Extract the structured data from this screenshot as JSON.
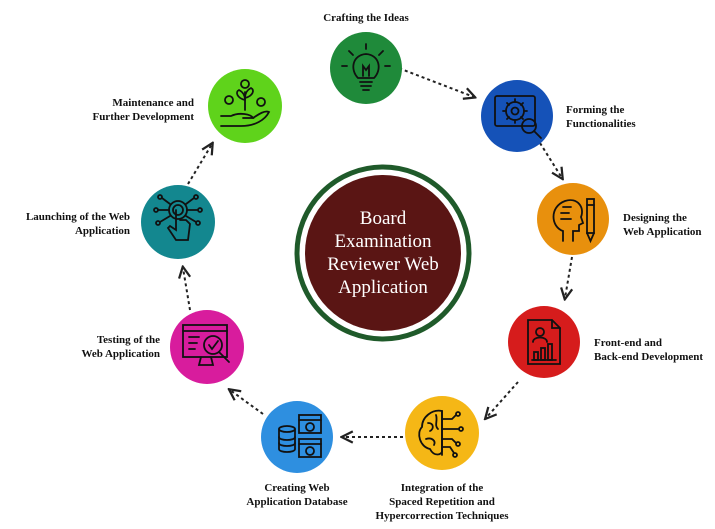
{
  "center": {
    "lines": [
      "Board",
      "Examination",
      "Reviewer Web",
      "Application"
    ],
    "fill": "#5a1514",
    "ring": "#1f5a2a"
  },
  "steps": [
    {
      "id": "crafting",
      "lines": [
        "Crafting the Ideas"
      ],
      "color": "#1f8a3a",
      "icon": "lightbulb-icon"
    },
    {
      "id": "forming",
      "lines": [
        "Forming the",
        "Functionalities"
      ],
      "color": "#1552b8",
      "icon": "gear-magnifier-icon"
    },
    {
      "id": "designing",
      "lines": [
        "Designing the",
        "Web Application"
      ],
      "color": "#e8900d",
      "icon": "head-pencil-icon"
    },
    {
      "id": "development",
      "lines": [
        "Front-end and",
        "Back-end Development"
      ],
      "color": "#d61c1c",
      "icon": "document-chart-icon"
    },
    {
      "id": "integration",
      "lines": [
        "Integration of the",
        "Spaced Repetition and",
        "Hypercorrection Techniques"
      ],
      "color": "#f5b716",
      "icon": "brain-circuit-icon"
    },
    {
      "id": "database",
      "lines": [
        "Creating Web",
        "Application Database"
      ],
      "color": "#2e8fe0",
      "icon": "database-window-icon"
    },
    {
      "id": "testing",
      "lines": [
        "Testing of the",
        "Web Application"
      ],
      "color": "#d81c9d",
      "icon": "monitor-check-icon"
    },
    {
      "id": "launching",
      "lines": [
        "Launching of the Web",
        "Application"
      ],
      "color": "#13878f",
      "icon": "touch-circuit-icon"
    },
    {
      "id": "maintenance",
      "lines": [
        "Maintenance and",
        "Further Development"
      ],
      "color": "#5fd31b",
      "icon": "hand-plant-icon"
    }
  ]
}
